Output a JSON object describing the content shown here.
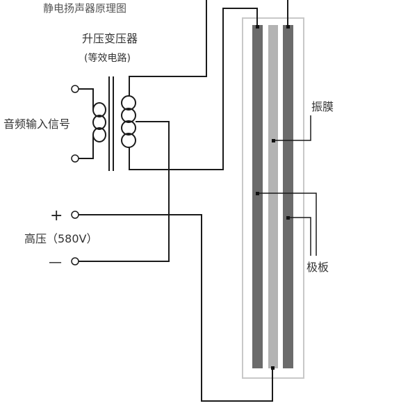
{
  "diagram": {
    "title": "静电扬声器原理图",
    "transformer_label": "升压变压器",
    "transformer_sublabel": "(等效电路)",
    "input_label": "音频输入信号",
    "hv_plus": "+",
    "hv_label": "高压（580V）",
    "hv_minus": "—",
    "diaphragm_label": "振膜",
    "plate_label": "极板"
  },
  "colors": {
    "wire": "#1a1a1a",
    "plate": "#6b6b6b",
    "diaphragm": "#b3b3b3",
    "frame": "#c8c8c8"
  }
}
